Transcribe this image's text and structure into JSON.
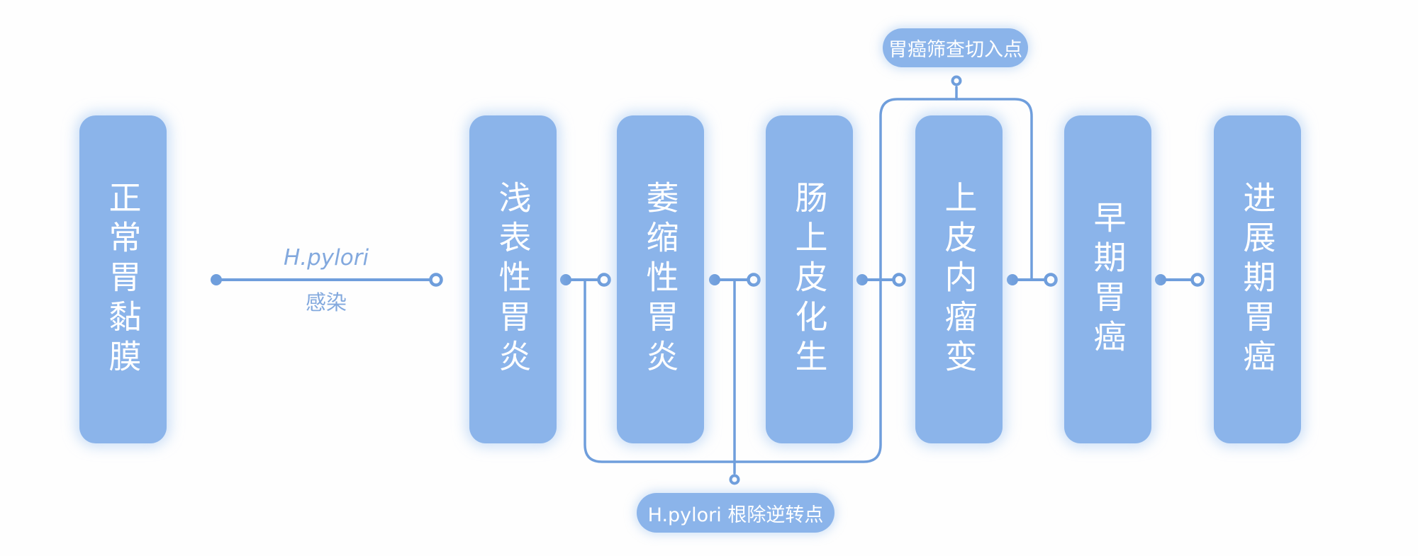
{
  "colors": {
    "box_fill": "#8bb4ea",
    "line_color": "#6f9edc",
    "label_text": "#83a9de",
    "box_text": "#ffffff",
    "background": "#fefefe"
  },
  "stages": [
    {
      "label": "正常胃黏膜"
    },
    {
      "label": "浅表性胃炎"
    },
    {
      "label": "萎缩性胃炎"
    },
    {
      "label": "肠上皮化生"
    },
    {
      "label": "上皮内瘤变"
    },
    {
      "label": "早期胃癌"
    },
    {
      "label": "进展期胃癌"
    }
  ],
  "edge_label": {
    "line1": "H.pylori",
    "line2": "感染"
  },
  "callouts": {
    "top": {
      "label": "胃癌筛查切入点"
    },
    "bottom": {
      "label": "H.pylori 根除逆转点"
    }
  }
}
